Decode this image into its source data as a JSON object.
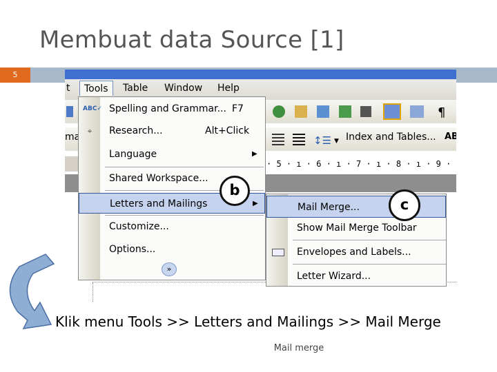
{
  "slide": {
    "title": "Membuat data Source [1]",
    "number": "5",
    "caption": "Klik menu Tools >> Letters and Mailings >> Mail Merge",
    "footer": "Mail merge",
    "colors": {
      "title": "#555555",
      "band": "#a9b9cc",
      "number_bg": "#e06a1e",
      "highlight": "#c6d3ef",
      "highlight_border": "#33569c"
    }
  },
  "menubar": {
    "items": [
      "Tools",
      "Table",
      "Window",
      "Help"
    ]
  },
  "toolbar": {
    "index_tables": "Index and Tables...",
    "partial_left": "ma",
    "partial_right": "AB"
  },
  "ruler": {
    "text": "· 5 · ı · 6 · ı · 7 · ı · 8 · ı · 9 · ı"
  },
  "tools_menu": {
    "items": [
      {
        "label": "Spelling and Grammar...",
        "shortcut": "F7",
        "icon": "spelling-abc-icon"
      },
      {
        "label": "Research...",
        "shortcut": "Alt+Click",
        "icon": "research-binoculars-icon"
      },
      {
        "label": "Language",
        "arrow": "▶"
      },
      {
        "label": "Shared Workspace..."
      },
      {
        "label": "Letters and Mailings",
        "arrow": "▶"
      },
      {
        "label": "Customize..."
      },
      {
        "label": "Options..."
      }
    ],
    "expand_icon": "chevron-double-down-icon"
  },
  "sub_menu": {
    "items": [
      {
        "label": "Mail Merge..."
      },
      {
        "label": "Show Mail Merge Toolbar"
      },
      {
        "label": "Envelopes and Labels...",
        "icon": "envelope-icon"
      },
      {
        "label": "Letter Wizard..."
      }
    ]
  },
  "callouts": {
    "b": "b",
    "c": "c"
  }
}
